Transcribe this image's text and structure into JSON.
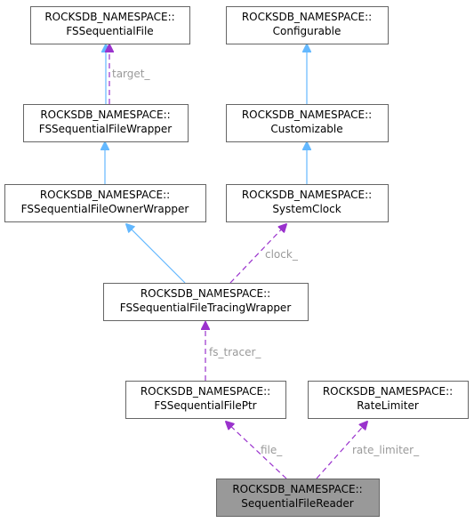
{
  "colors": {
    "inheritance": "#63b8ff",
    "usage": "#9a32cd",
    "focus_fill": "#999999",
    "border": "#666666"
  },
  "nodes": [
    {
      "id": "fs-sequential-file",
      "lines": [
        "ROCKSDB_NAMESPACE::",
        "FSSequentialFile"
      ],
      "focus": false
    },
    {
      "id": "configurable",
      "lines": [
        "ROCKSDB_NAMESPACE::",
        "Configurable"
      ],
      "focus": false
    },
    {
      "id": "fs-sequential-file-wrapper",
      "lines": [
        "ROCKSDB_NAMESPACE::",
        "FSSequentialFileWrapper"
      ],
      "focus": false
    },
    {
      "id": "customizable",
      "lines": [
        "ROCKSDB_NAMESPACE::",
        "Customizable"
      ],
      "focus": false
    },
    {
      "id": "fs-sequential-file-owner-wrapper",
      "lines": [
        "ROCKSDB_NAMESPACE::",
        "FSSequentialFileOwnerWrapper"
      ],
      "focus": false
    },
    {
      "id": "system-clock",
      "lines": [
        "ROCKSDB_NAMESPACE::",
        "SystemClock"
      ],
      "focus": false
    },
    {
      "id": "fs-sequential-file-tracing-wrapper",
      "lines": [
        "ROCKSDB_NAMESPACE::",
        "FSSequentialFileTracingWrapper"
      ],
      "focus": false
    },
    {
      "id": "fs-sequential-file-ptr",
      "lines": [
        "ROCKSDB_NAMESPACE::",
        "FSSequentialFilePtr"
      ],
      "focus": false
    },
    {
      "id": "rate-limiter",
      "lines": [
        "ROCKSDB_NAMESPACE::",
        "RateLimiter"
      ],
      "focus": false
    },
    {
      "id": "sequential-file-reader",
      "lines": [
        "ROCKSDB_NAMESPACE::",
        "SequentialFileReader"
      ],
      "focus": true
    }
  ],
  "edges": [
    {
      "id": "wrapper-to-file-inherit",
      "from": "fs-sequential-file-wrapper",
      "to": "fs-sequential-file",
      "kind": "inheritance",
      "label": ""
    },
    {
      "id": "wrapper-to-file-target",
      "from": "fs-sequential-file-wrapper",
      "to": "fs-sequential-file",
      "kind": "usage",
      "label": "target_"
    },
    {
      "id": "customizable-to-configurable",
      "from": "customizable",
      "to": "configurable",
      "kind": "inheritance",
      "label": ""
    },
    {
      "id": "owner-wrapper-to-wrapper",
      "from": "fs-sequential-file-owner-wrapper",
      "to": "fs-sequential-file-wrapper",
      "kind": "inheritance",
      "label": ""
    },
    {
      "id": "system-clock-to-customizable",
      "from": "system-clock",
      "to": "customizable",
      "kind": "inheritance",
      "label": ""
    },
    {
      "id": "tracing-to-owner-wrapper",
      "from": "fs-sequential-file-tracing-wrapper",
      "to": "fs-sequential-file-owner-wrapper",
      "kind": "inheritance",
      "label": ""
    },
    {
      "id": "tracing-to-system-clock",
      "from": "fs-sequential-file-tracing-wrapper",
      "to": "system-clock",
      "kind": "usage",
      "label": "clock_"
    },
    {
      "id": "ptr-to-tracing",
      "from": "fs-sequential-file-ptr",
      "to": "fs-sequential-file-tracing-wrapper",
      "kind": "usage",
      "label": "fs_tracer_"
    },
    {
      "id": "reader-to-ptr",
      "from": "sequential-file-reader",
      "to": "fs-sequential-file-ptr",
      "kind": "usage",
      "label": "file_"
    },
    {
      "id": "reader-to-rate-limiter",
      "from": "sequential-file-reader",
      "to": "rate-limiter",
      "kind": "usage",
      "label": "rate_limiter_"
    }
  ]
}
